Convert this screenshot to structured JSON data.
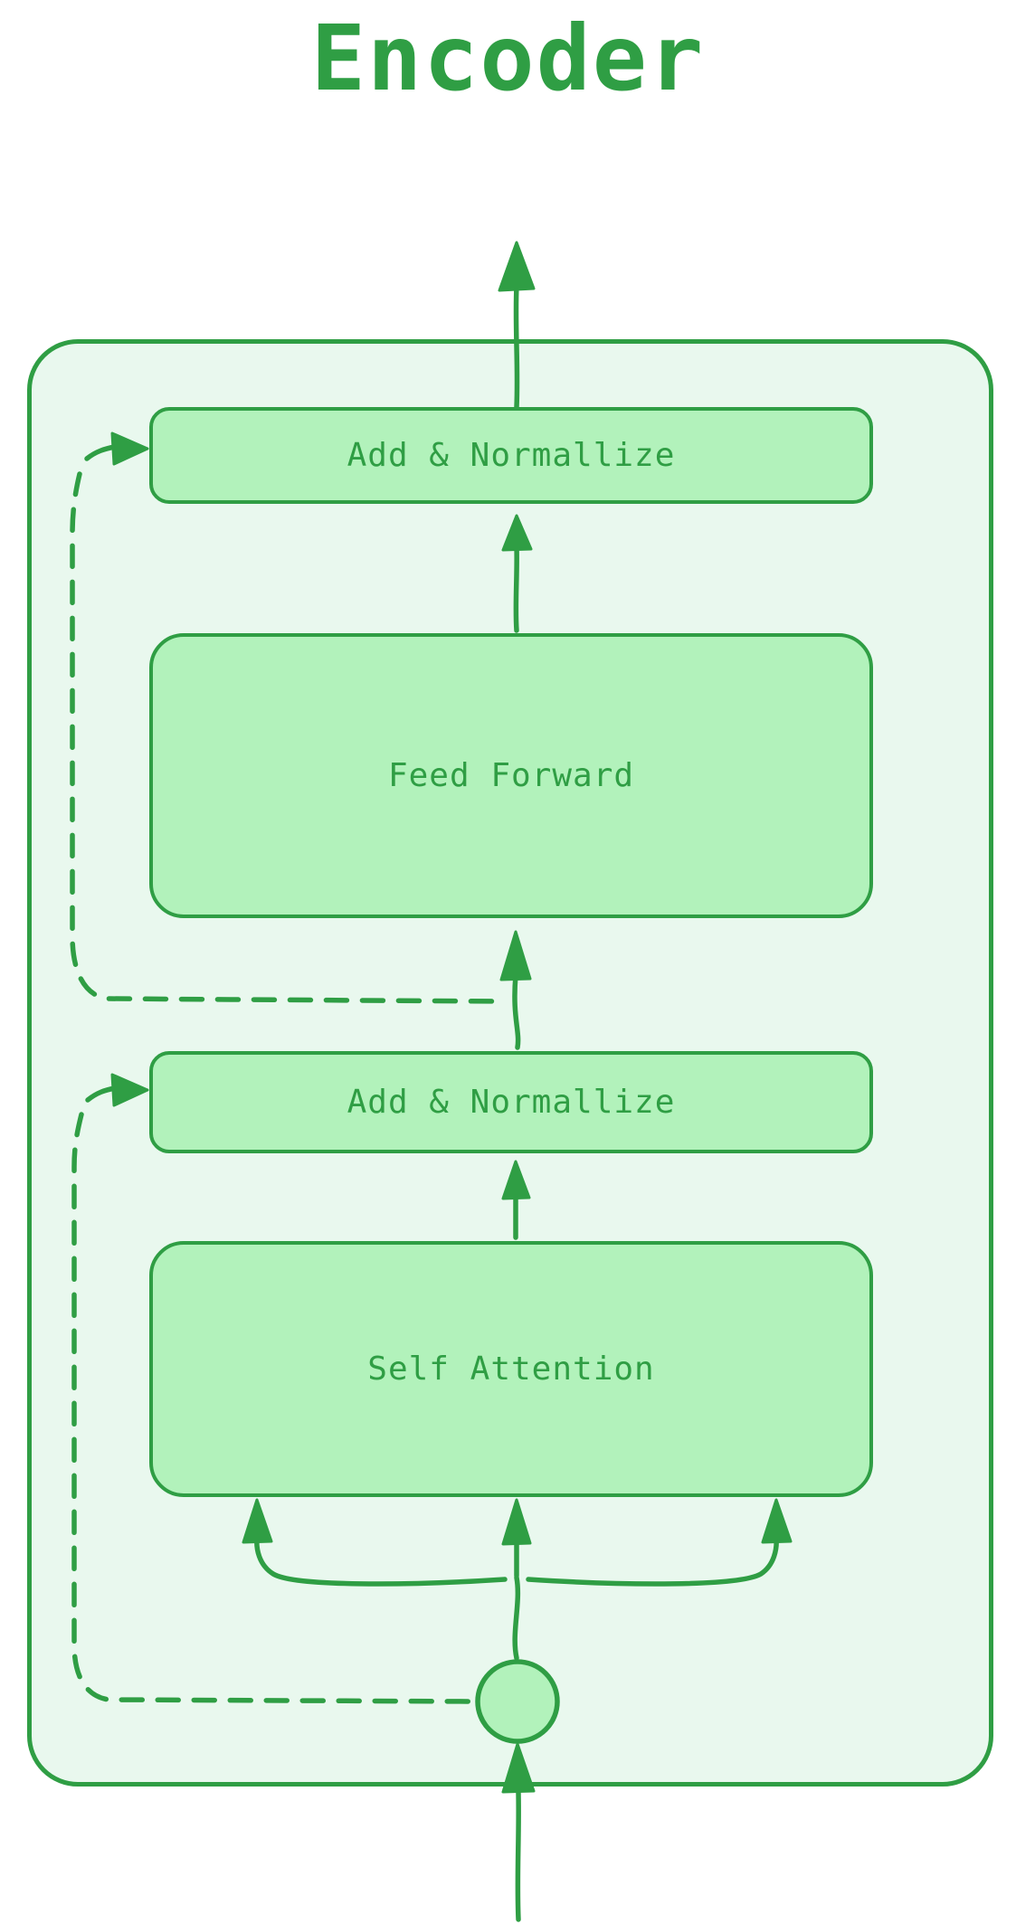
{
  "diagram": {
    "title": "Encoder",
    "container": {
      "name": "encoder-block"
    },
    "nodes": [
      {
        "id": "add-norm-top",
        "label": "Add & Normallize"
      },
      {
        "id": "feed-forward",
        "label": "Feed Forward"
      },
      {
        "id": "add-norm-bottom",
        "label": "Add & Normallize"
      },
      {
        "id": "self-attention",
        "label": "Self Attention"
      }
    ],
    "edges": [
      {
        "id": "output-arrow",
        "type": "solid-arrow",
        "from": "add-norm-top",
        "to": "output"
      },
      {
        "id": "ff-to-addnorm-arrow",
        "type": "solid-arrow",
        "from": "feed-forward",
        "to": "add-norm-top"
      },
      {
        "id": "addnorm-to-ff-arrow",
        "type": "solid-arrow",
        "from": "add-norm-bottom",
        "to": "feed-forward"
      },
      {
        "id": "sa-to-addnorm-arrow",
        "type": "solid-arrow",
        "from": "self-attention",
        "to": "add-norm-bottom"
      },
      {
        "id": "input-fanout-arrows",
        "type": "solid-arrow",
        "from": "input-node",
        "to": "self-attention",
        "count": 3
      },
      {
        "id": "residual-top-dashed",
        "type": "dashed-arrow",
        "from": "ff-input-line",
        "to": "add-norm-top"
      },
      {
        "id": "residual-bottom-dashed",
        "type": "dashed-arrow",
        "from": "input-node",
        "to": "add-norm-bottom"
      },
      {
        "id": "input-arrow",
        "type": "solid-arrow",
        "from": "input",
        "to": "input-node"
      }
    ],
    "colors": {
      "stroke": "#2f9e44",
      "node_fill": "#b2f2bb",
      "container_fill": "#e9f8ee",
      "background": "#ffffff",
      "text": "#2f9e44"
    }
  }
}
